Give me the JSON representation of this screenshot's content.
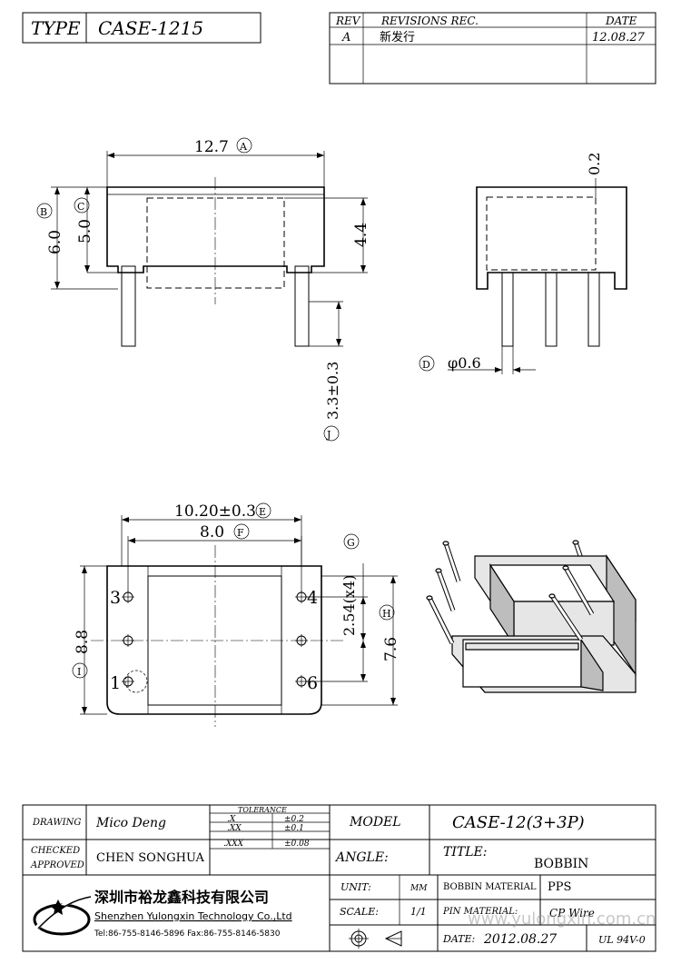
{
  "header": {
    "type_label": "TYPE",
    "type_value": "CASE-1215",
    "rev_label": "REV",
    "revisions_label": "REVISIONS REC.",
    "date_label": "DATE",
    "rev_row": {
      "rev": "A",
      "desc": "新发行",
      "date": "12.08.27"
    }
  },
  "front_view": {
    "width_dim": "12.7",
    "width_tag": "A",
    "height_outer_dim": "6.0",
    "height_outer_tag": "B",
    "height_body_dim": "5.0",
    "height_body_tag": "C",
    "inner_dim": "4.4",
    "pin_len_dim": "3.3±0.3",
    "pin_len_tag": "J"
  },
  "side_view": {
    "top_gap_dim": "0.2",
    "pin_dia_dim": "φ0.6",
    "pin_dia_tag": "D"
  },
  "bottom_view": {
    "outer_w_dim": "10.20±0.3",
    "outer_w_tag": "E",
    "inner_w_dim": "8.0",
    "inner_w_tag": "F",
    "pitch_tag": "G",
    "pitch_dim": "2.54(x4)",
    "depth_dim": "7.6",
    "depth_tag": "H",
    "height_dim": "8.8",
    "height_tag": "I",
    "pin_labels": [
      "3",
      "1",
      "4",
      "6"
    ]
  },
  "title_block": {
    "drawing_label": "DRAWING",
    "drawing_value": "Mico Deng",
    "checked_label": "CHECKED",
    "approved_label": "APPROVED",
    "approved_value": "CHEN SONGHUA",
    "tolerance_label": "TOLERANCE",
    "tolerances": [
      {
        "k": ".X",
        "v": "±0.2"
      },
      {
        "k": ".XX",
        "v": "±0.1"
      },
      {
        "k": ".XXX",
        "v": "±0.08"
      }
    ],
    "model_label": "MODEL",
    "model_value": "CASE-12(3+3P)",
    "angle_label": "ANGLE:",
    "title_label": "TITLE:",
    "title_value": "BOBBIN",
    "unit_label": "UNIT:",
    "unit_value": "MM",
    "scale_label": "SCALE:",
    "scale_value": "1/1",
    "bobbin_material_label": "BOBBIN MATERIAL",
    "bobbin_material_value": "PPS",
    "pin_material_label": "PIN MATERIAL:",
    "pin_material_value": "CP Wire",
    "date_label": "DATE:",
    "date_value": "2012.08.27",
    "ul_value": "UL 94V-0",
    "company_cn": "深圳市裕龙鑫科技有限公司",
    "company_en": "Shenzhen Yulongxin Technology Co.,Ltd",
    "company_tel": "Tel:86-755-8146-5896  Fax:86-755-8146-5830",
    "watermark": "www.yulongxin.com.cn"
  }
}
